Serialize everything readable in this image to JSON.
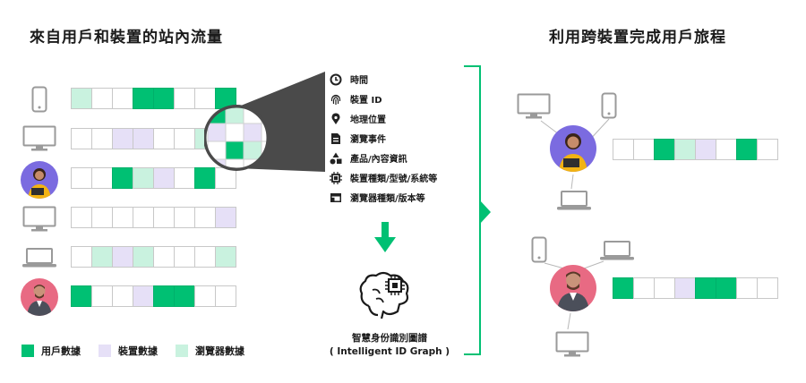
{
  "titles": {
    "left": "來自用戶和裝置的站內流量",
    "right": "利用跨裝置完成用戶旅程"
  },
  "attributes": [
    {
      "label": "時間",
      "icon": "clock-icon"
    },
    {
      "label": "裝置 ID",
      "icon": "fingerprint-icon"
    },
    {
      "label": "地理位置",
      "icon": "location-pin-icon"
    },
    {
      "label": "瀏覽事件",
      "icon": "document-icon"
    },
    {
      "label": "產品/內容資訊",
      "icon": "shapes-icon"
    },
    {
      "label": "裝置種類/型號/系統等",
      "icon": "chip-icon"
    },
    {
      "label": "瀏覽器種類/版本等",
      "icon": "browser-window-icon"
    }
  ],
  "caption": {
    "line1": "智慧身份識別圖譜",
    "line2": "( Intelligent ID Graph )"
  },
  "legend": [
    {
      "label": "用戶數據",
      "color": "#00c073"
    },
    {
      "label": "裝置數據",
      "color": "#e6e0f7"
    },
    {
      "label": "瀏覽器數據",
      "color": "#c9f2df"
    }
  ],
  "colors": {
    "user": "#00c073",
    "device": "#e6e0f7",
    "browser": "#c9f2df",
    "accent": "#00c073",
    "magnifier": "#4a4a4a"
  }
}
